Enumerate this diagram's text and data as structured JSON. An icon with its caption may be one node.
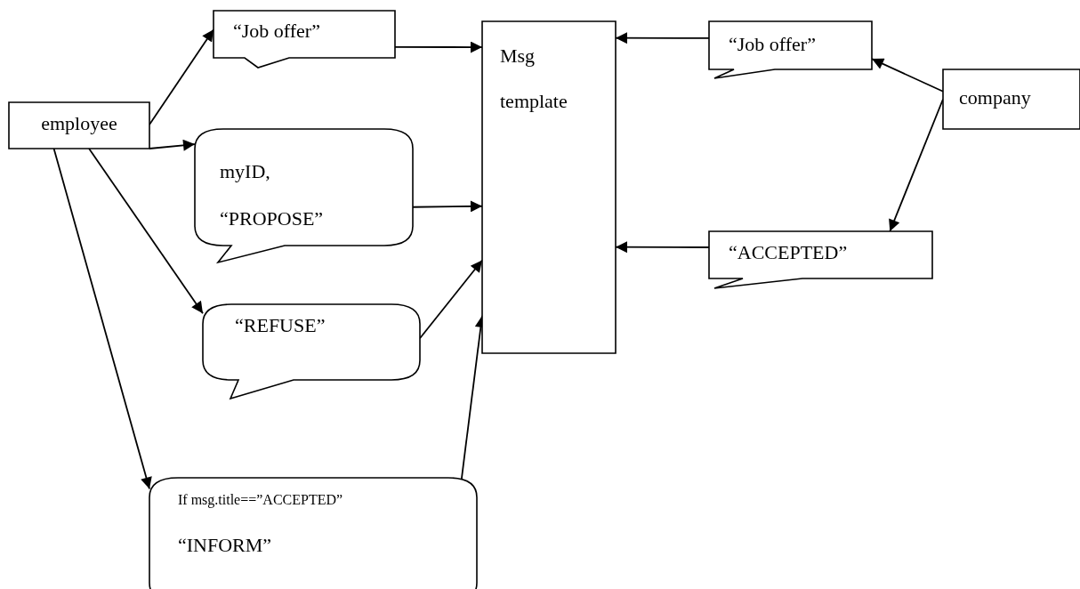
{
  "diagram": {
    "nodes": [
      {
        "text": [
          "employee"
        ]
      },
      {
        "text": [
          "“Job offer”"
        ]
      },
      {
        "text": [
          "myID, “PROPOSE”"
        ]
      },
      {
        "text": [
          "“REFUSE”"
        ]
      },
      {
        "text": [
          "If msg.title==”ACCEPTED”",
          "“INFORM”"
        ]
      },
      {
        "text": [
          "Msg template"
        ]
      },
      {
        "text": [
          "“Job offer”"
        ]
      },
      {
        "text": [
          "company"
        ]
      },
      {
        "text": [
          "“ACCEPTED”"
        ]
      }
    ],
    "edges": [
      {
        "from": 0,
        "to": 1,
        "arrow": "to"
      },
      {
        "from": 0,
        "to": 2,
        "arrow": "to"
      },
      {
        "from": 0,
        "to": 3,
        "arrow": "to"
      },
      {
        "from": 0,
        "to": 4,
        "arrow": "to"
      },
      {
        "from": 1,
        "to": 5,
        "arrow": "to"
      },
      {
        "from": 2,
        "to": 5,
        "arrow": "to"
      },
      {
        "from": 3,
        "to": 5,
        "arrow": "to"
      },
      {
        "from": 4,
        "to": 5,
        "arrow": "to"
      },
      {
        "from": 6,
        "to": 5,
        "arrow": "to"
      },
      {
        "from": 7,
        "to": 6,
        "arrow": "to"
      },
      {
        "from": 7,
        "to": 8,
        "arrow": "to"
      },
      {
        "from": 8,
        "to": 5,
        "arrow": "to"
      }
    ]
  }
}
